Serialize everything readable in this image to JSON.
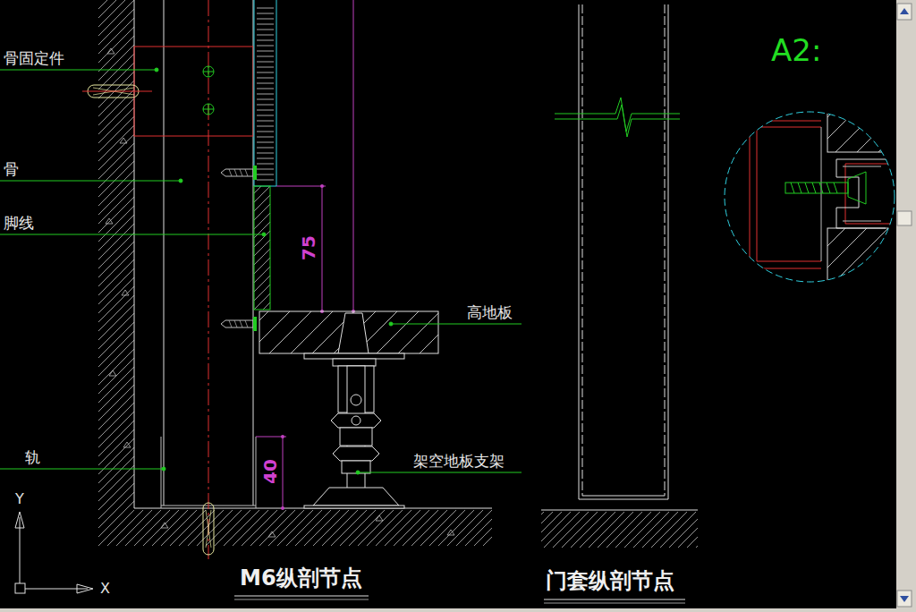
{
  "diagram": {
    "labels": [
      "骨固定件",
      "骨",
      "脚线",
      "轨",
      "高地板",
      "架空地板支架",
      "75",
      "40",
      "M6纵剖节点",
      "门套纵剖节点",
      "A2:",
      "Y",
      "X"
    ]
  }
}
